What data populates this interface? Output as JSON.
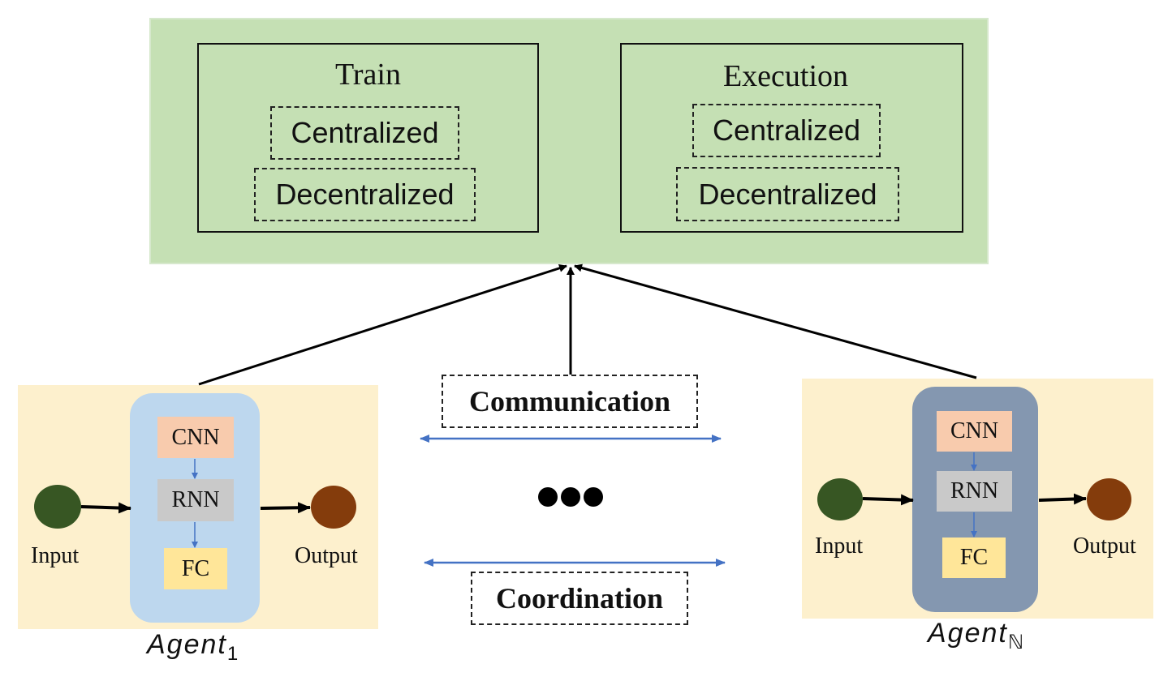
{
  "top": {
    "train": {
      "title": "Train",
      "options": [
        "Centralized",
        "Decentralized"
      ]
    },
    "execution": {
      "title": "Execution",
      "options": [
        "Centralized",
        "Decentralized"
      ]
    }
  },
  "middle": {
    "communication": "Communication",
    "coordination": "Coordination",
    "ellipsis": "●●●"
  },
  "agents": [
    {
      "name": "Agent",
      "subscript": "1",
      "layers": [
        "CNN",
        "RNN",
        "FC"
      ],
      "input": "Input",
      "output": "Output"
    },
    {
      "name": "Agent",
      "subscript": "ℕ",
      "layers": [
        "CNN",
        "RNN",
        "FC"
      ],
      "input": "Input",
      "output": "Output"
    }
  ],
  "colors": {
    "top_panel": "#c5e0b4",
    "agent_panel": "#fdf0cd",
    "agent1_core": "#bdd7ee",
    "agentN_core": "#8497b0",
    "cnn": "#f8cbad",
    "rnn": "#c9c9c9",
    "fc": "#ffe699",
    "input_node": "#375623",
    "output_node": "#843c0c",
    "arrow_blue": "#4472c4"
  }
}
